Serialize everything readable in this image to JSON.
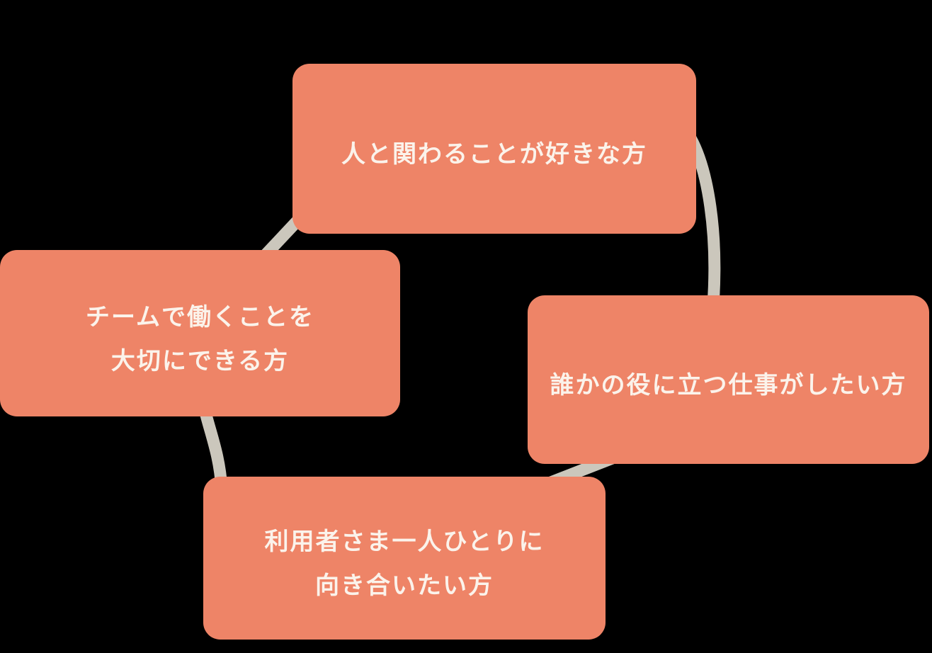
{
  "canvas": {
    "background": "#000000"
  },
  "diagram": {
    "type": "cycle",
    "colors": {
      "node_fill": "#EE8467",
      "node_text": "#FBF3EB",
      "ring": "#CBC7BC"
    },
    "nodes": [
      {
        "position": "top",
        "lines": [
          "人と関わることが好きな方"
        ]
      },
      {
        "position": "right",
        "lines": [
          "誰かの役に立つ仕事がしたい方"
        ]
      },
      {
        "position": "bottom",
        "lines": [
          "利用者さま一人ひとりに",
          "向き合いたい方"
        ]
      },
      {
        "position": "left",
        "lines": [
          "チームで働くことを",
          "大切にできる方"
        ]
      }
    ]
  }
}
